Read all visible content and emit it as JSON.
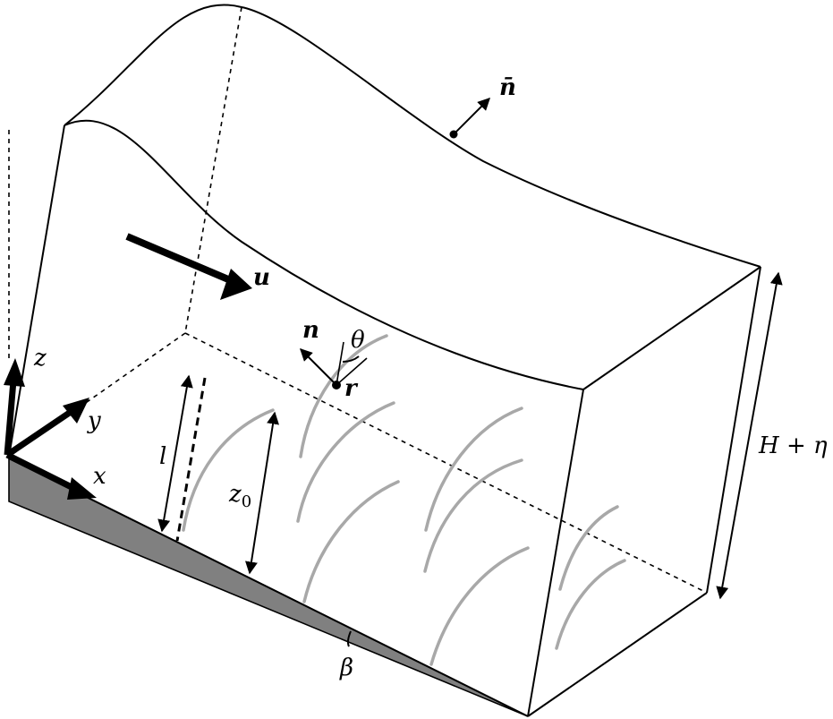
{
  "labels": {
    "flow_velocity": "u",
    "surface_normal": "n̄",
    "blade_normal": "n",
    "position": "r",
    "angle": "θ",
    "axis_z": "z",
    "axis_y": "y",
    "axis_x": "x",
    "length_l": "l",
    "height_z0_base": "z",
    "height_z0_sub": "0",
    "depth_base": "H + ",
    "depth_eta": "η",
    "slope_angle": "β"
  },
  "colors": {
    "line": "#000000",
    "vegetation": "#a8a8a8",
    "bed": "#808080"
  }
}
